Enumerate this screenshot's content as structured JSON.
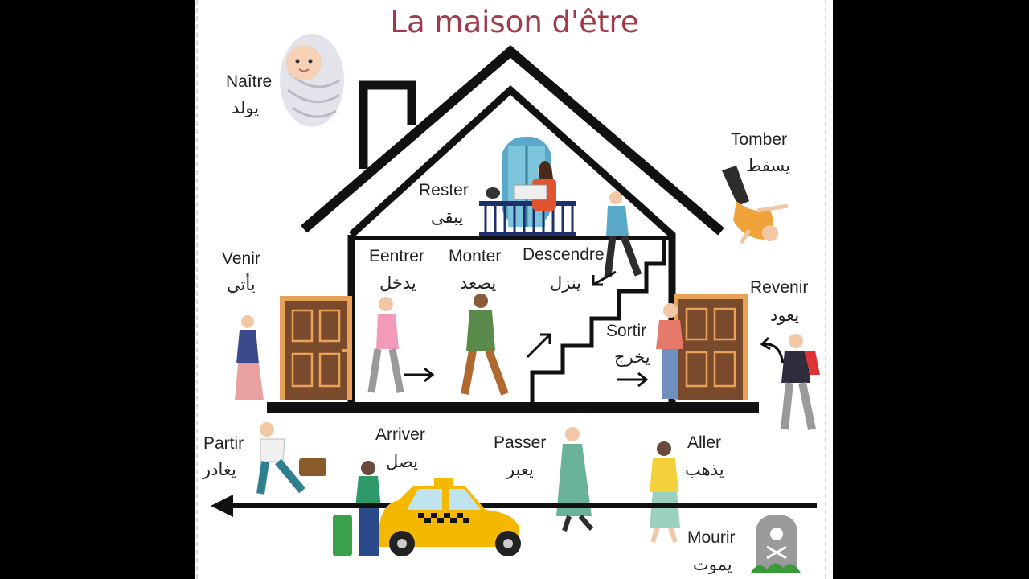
{
  "title": "La maison d'être",
  "verbs": {
    "naitre": {
      "fr": "Naître",
      "ar": "يولد"
    },
    "tomber": {
      "fr": "Tomber",
      "ar": "يسقط"
    },
    "rester": {
      "fr": "Rester",
      "ar": "يبقى"
    },
    "venir": {
      "fr": "Venir",
      "ar": "يأتي"
    },
    "entrer": {
      "fr": "Eentrer",
      "ar": "يدخل"
    },
    "monter": {
      "fr": "Monter",
      "ar": "يصعد"
    },
    "descendre": {
      "fr": "Descendre",
      "ar": "ينزل"
    },
    "revenir": {
      "fr": "Revenir",
      "ar": "يعود"
    },
    "sortir": {
      "fr": "Sortir",
      "ar": "يخرج"
    },
    "partir": {
      "fr": "Partir",
      "ar": "يغادر"
    },
    "arriver": {
      "fr": "Arriver",
      "ar": "يصل"
    },
    "passer": {
      "fr": "Passer",
      "ar": "يعبر"
    },
    "aller": {
      "fr": "Aller",
      "ar": "يذهب"
    },
    "mourir": {
      "fr": "Mourir",
      "ar": "يموت"
    }
  },
  "colors": {
    "title": "#a03a4b",
    "house_outline": "#111111",
    "door": "#7a4a2c",
    "taxi": "#f5b800"
  },
  "icons": [
    "baby-icon",
    "falling-person-icon",
    "balcony-reader-icon",
    "door-icon",
    "stairs-icon",
    "taxi-icon",
    "tombstone-icon",
    "walking-person-icon"
  ]
}
